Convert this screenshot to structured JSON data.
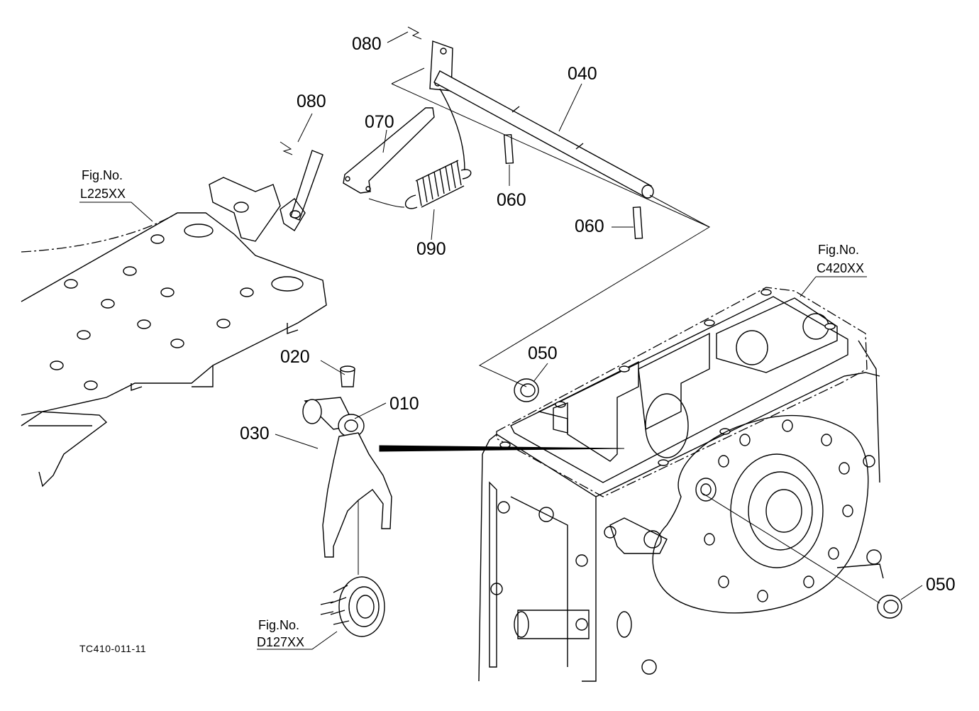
{
  "callouts": {
    "p010": "010",
    "p020": "020",
    "p030": "030",
    "p040": "040",
    "p050_top": "050",
    "p050_bottom": "050",
    "p060_upper": "060",
    "p060_lower": "060",
    "p070": "070",
    "p080_top": "080",
    "p080_mid": "080",
    "p090": "090"
  },
  "figure_refs": {
    "l225": {
      "label": "Fig.No.",
      "number": "L225XX"
    },
    "c420": {
      "label": "Fig.No.",
      "number": "C420XX"
    },
    "d127": {
      "label": "Fig.No.",
      "number": "D127XX"
    }
  },
  "drawing_code": "TC410-011-11",
  "colors": {
    "ink": "#000000",
    "paper": "#ffffff"
  }
}
